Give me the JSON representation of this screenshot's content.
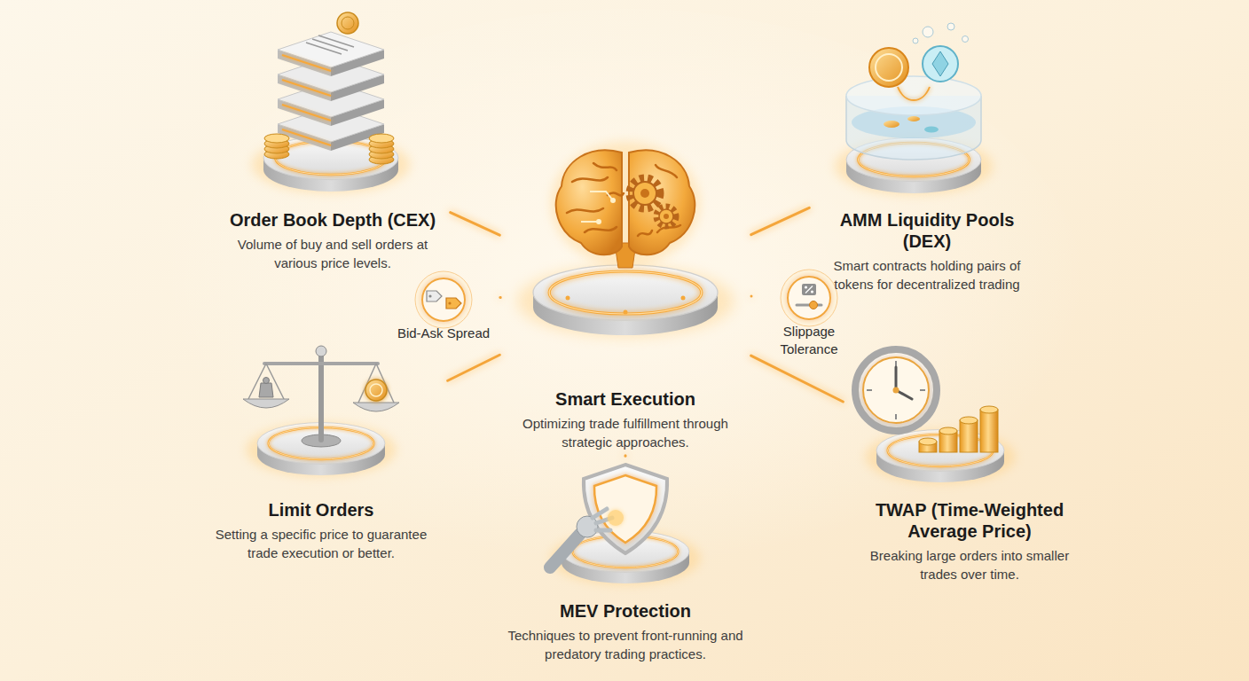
{
  "diagram": {
    "nodes": [
      {
        "text": [
          "Order Book Depth (CEX)",
          "Volume of buy and sell orders at various price levels."
        ]
      },
      {
        "text": [
          "AMM Liquidity Pools (DEX)",
          "Smart contracts holding pairs of tokens for decentralized trading"
        ]
      },
      {
        "text": [
          "Bid-Ask Spread"
        ]
      },
      {
        "text": [
          "Smart Execution",
          "Optimizing trade fulfillment through strategic approaches."
        ]
      },
      {
        "text": [
          "Slippage Tolerance"
        ]
      },
      {
        "text": [
          "Limit Orders",
          "Setting a specific price to guarantee trade execution or better."
        ]
      },
      {
        "text": [
          "TWAP (Time-Weighted Average Price)",
          "Breaking large orders into smaller trades over time."
        ]
      },
      {
        "text": [
          "MEV Protection",
          "Techniques to prevent front-running and predatory trading practices."
        ]
      }
    ],
    "edges": [
      {
        "from": 3,
        "to": 0,
        "arrow": "none"
      },
      {
        "from": 3,
        "to": 1,
        "arrow": "none"
      },
      {
        "from": 3,
        "to": 2,
        "arrow": "none"
      },
      {
        "from": 3,
        "to": 4,
        "arrow": "none"
      },
      {
        "from": 3,
        "to": 5,
        "arrow": "none"
      },
      {
        "from": 3,
        "to": 6,
        "arrow": "none"
      },
      {
        "from": 3,
        "to": 7,
        "arrow": "none"
      }
    ]
  }
}
